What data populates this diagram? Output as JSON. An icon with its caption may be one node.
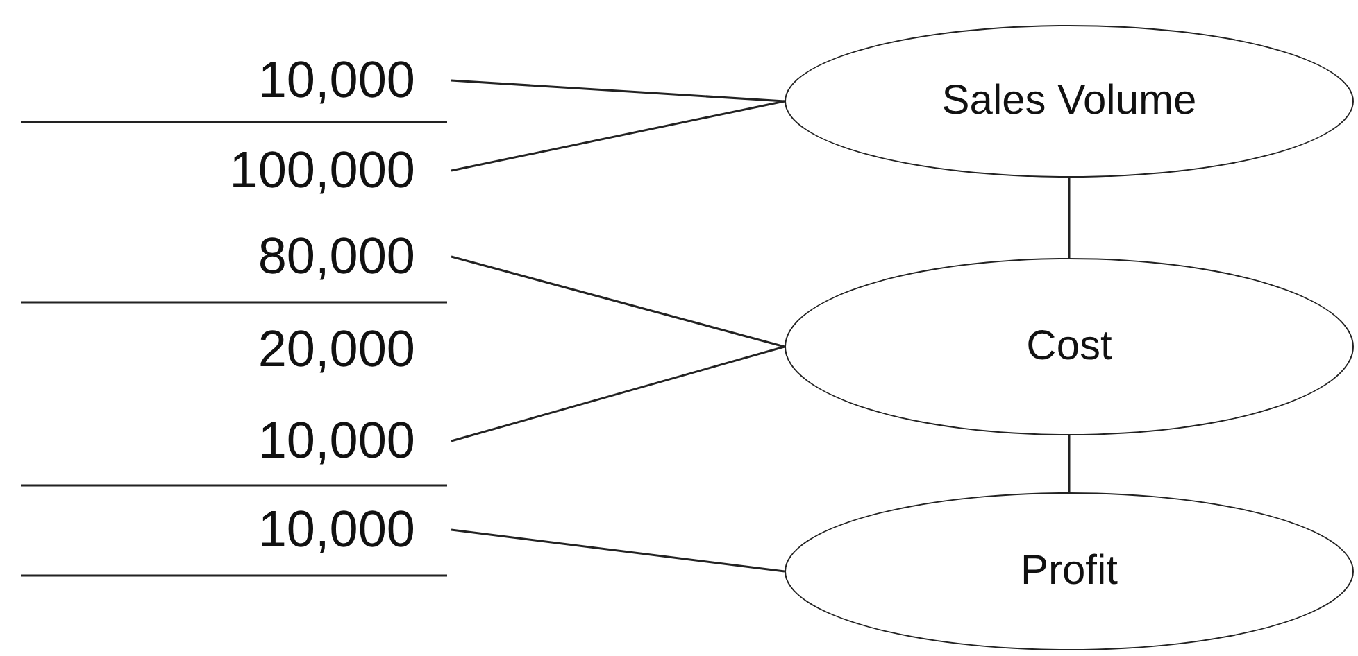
{
  "diagram": {
    "nodes": [
      {
        "text": [
          "10,000"
        ]
      },
      {
        "text": [
          "100,000"
        ]
      },
      {
        "text": [
          "80,000"
        ]
      },
      {
        "text": [
          "10,000"
        ]
      },
      {
        "text": [
          "10,000"
        ]
      },
      {
        "text": [
          "Sales Volume"
        ]
      },
      {
        "text": [
          "Cost"
        ]
      },
      {
        "text": [
          "Profit"
        ]
      }
    ],
    "edges": [
      {
        "from": 0,
        "to": 5,
        "arrow": "none"
      },
      {
        "from": 1,
        "to": 5,
        "arrow": "none"
      },
      {
        "from": 2,
        "to": 6,
        "arrow": "none"
      },
      {
        "from": 3,
        "to": 6,
        "arrow": "none"
      },
      {
        "from": 4,
        "to": 7,
        "arrow": "none"
      },
      {
        "from": 5,
        "to": 6,
        "arrow": "none"
      },
      {
        "from": 6,
        "to": 7,
        "arrow": "none"
      }
    ],
    "labels": [
      "20,000"
    ]
  }
}
